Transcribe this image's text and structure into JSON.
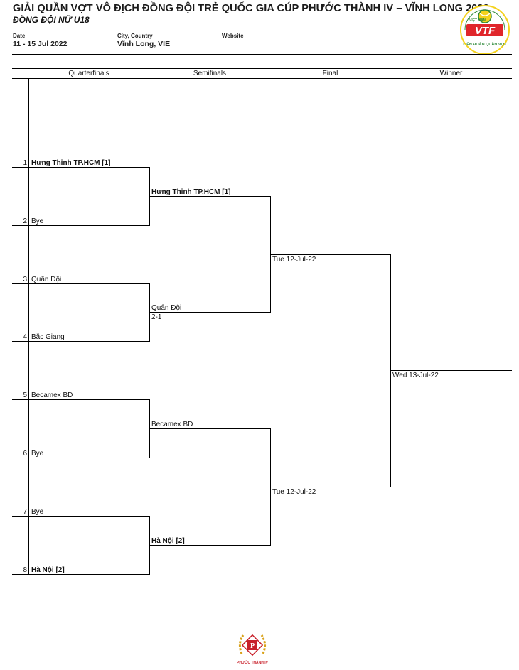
{
  "header": {
    "title": "GIẢI QUẦN VỢT VÔ ĐỊCH ĐỒNG ĐỘI TRẺ QUỐC GIA CÚP PHƯỚC THÀNH IV – VĨNH LONG 2022",
    "subtitle": "ĐỒNG ĐỘI NỮ U18",
    "date_label": "Date",
    "date_value": "11 - 15 Jul 2022",
    "location_label": "City, Country",
    "location_value": "Vĩnh Long, VIE",
    "website_label": "Website",
    "website_value": ""
  },
  "logo": {
    "top_text": "VIỆT NAM",
    "brand": "VTF",
    "bottom_text": "LIÊN ĐOÀN QUẦN VỢT"
  },
  "columns": [
    "Quarterfinals",
    "Semifinals",
    "Final",
    "Winner"
  ],
  "quarterfinals": [
    {
      "seed": "1",
      "name": "Hưng Thịnh TP.HCM [1]",
      "bold": true
    },
    {
      "seed": "2",
      "name": "Bye",
      "bold": false
    },
    {
      "seed": "3",
      "name": "Quân Đội",
      "bold": false
    },
    {
      "seed": "4",
      "name": "Bắc Giang",
      "bold": false
    },
    {
      "seed": "5",
      "name": "Becamex BD",
      "bold": false
    },
    {
      "seed": "6",
      "name": "Bye",
      "bold": false
    },
    {
      "seed": "7",
      "name": "Bye",
      "bold": false
    },
    {
      "seed": "8",
      "name": "Hà Nội [2]",
      "bold": true
    }
  ],
  "semifinals": [
    {
      "name": "Hưng Thịnh TP.HCM [1]",
      "score": "",
      "bold": true
    },
    {
      "name": "Quân Đội",
      "score": "2-1",
      "bold": false
    },
    {
      "name": "Becamex BD",
      "score": "",
      "bold": false
    },
    {
      "name": "Hà Nội [2]",
      "score": "",
      "bold": true
    }
  ],
  "final": [
    {
      "name": "Tue 12-Jul-22"
    },
    {
      "name": "Tue 12-Jul-22"
    }
  ],
  "winner": {
    "name": "Wed 13-Jul-22"
  },
  "sponsor": {
    "name": "PHƯỚC THÀNH IV"
  },
  "colors": {
    "logo_red": "#e0262b",
    "logo_yellow": "#f4d21c",
    "logo_green": "#2f8a3a",
    "sponsor_red": "#c8202a",
    "sponsor_gold": "#d9a21a"
  }
}
